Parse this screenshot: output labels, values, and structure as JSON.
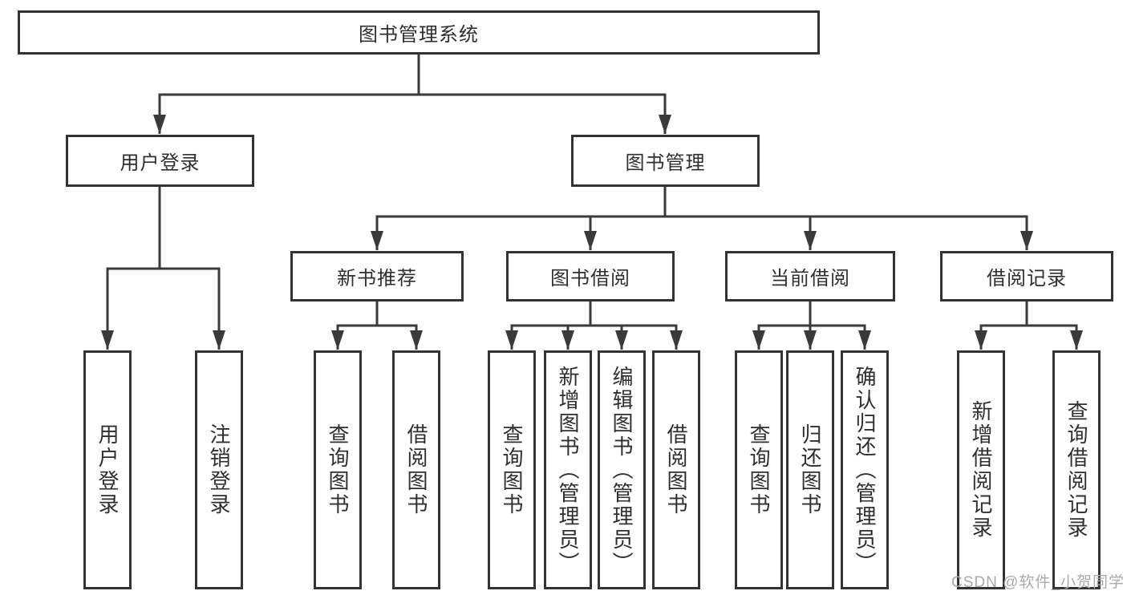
{
  "root": {
    "label": "图书管理系统"
  },
  "branches": [
    {
      "label": "用户登录",
      "leaves": [
        "用户登录",
        "注销登录"
      ]
    },
    {
      "label": "图书管理",
      "children": [
        {
          "label": "新书推荐",
          "leaves": [
            "查询图书",
            "借阅图书"
          ]
        },
        {
          "label": "图书借阅",
          "leaves": [
            "查询图书",
            "新增图书（管理员）",
            "编辑图书（管理员）",
            "借阅图书"
          ]
        },
        {
          "label": "当前借阅",
          "leaves": [
            "查询图书",
            "归还图书",
            "确认归还（管理员）"
          ]
        },
        {
          "label": "借阅记录",
          "leaves": [
            "新增借阅记录",
            "查询借阅记录"
          ]
        }
      ]
    }
  ],
  "watermark": "CSDN @软件_小贺同学",
  "colors": {
    "line": "#3a3a3a",
    "box_border": "#333333",
    "text": "#2f2f2f",
    "watermark": "#aaaaaa",
    "background": "#ffffff"
  }
}
